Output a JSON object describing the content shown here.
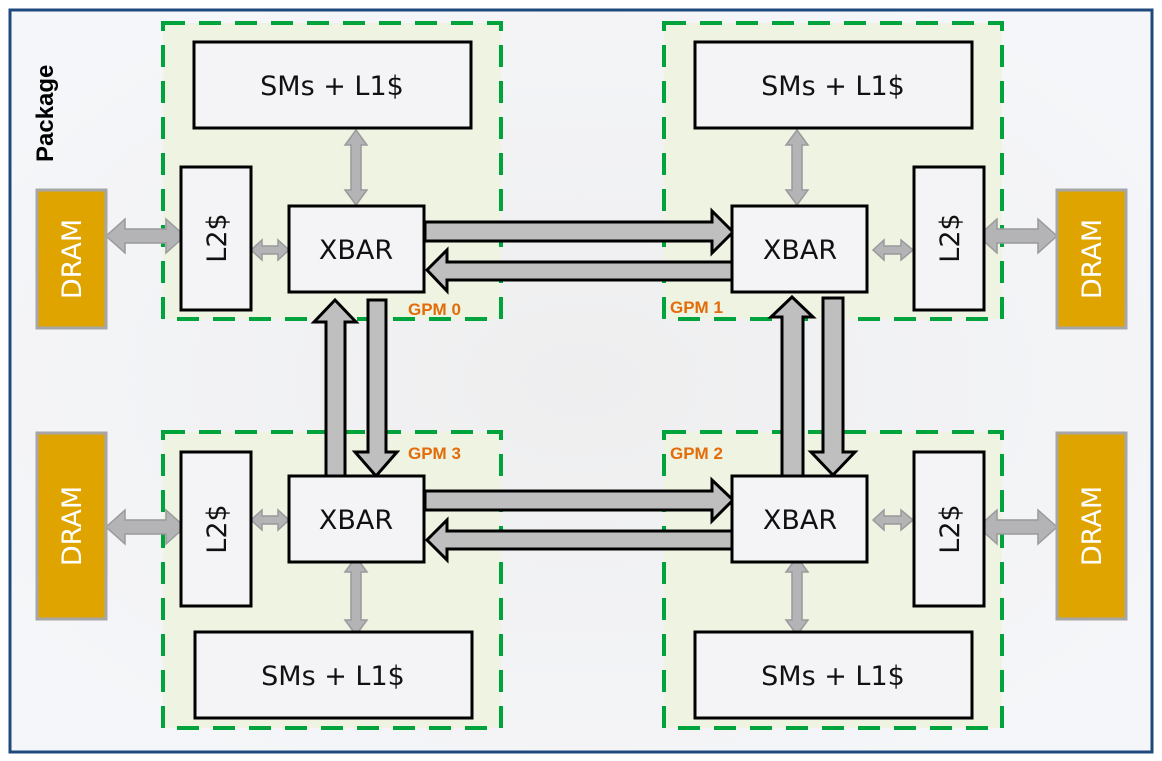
{
  "package_label": "Package",
  "colors": {
    "package_border": "#1f497d",
    "package_fill": "#f2f2f4",
    "gpm_border": "#00a33c",
    "gpm_fill": "#eef3e2",
    "dram_fill": "#e0a400",
    "dram_border": "#a6a6a6",
    "gpm_label": "#e36c0a",
    "arrow_fill": "#bfbfbf"
  },
  "gpms": [
    {
      "id": 0,
      "label": "GPM 0",
      "sm_label": "SMs + L1$",
      "xbar_label": "XBAR",
      "l2_label": "L2$",
      "dram_label": "DRAM"
    },
    {
      "id": 1,
      "label": "GPM 1",
      "sm_label": "SMs + L1$",
      "xbar_label": "XBAR",
      "l2_label": "L2$",
      "dram_label": "DRAM"
    },
    {
      "id": 2,
      "label": "GPM 2",
      "sm_label": "SMs + L1$",
      "xbar_label": "XBAR",
      "l2_label": "L2$",
      "dram_label": "DRAM"
    },
    {
      "id": 3,
      "label": "GPM 3",
      "sm_label": "SMs + L1$",
      "xbar_label": "XBAR",
      "l2_label": "L2$",
      "dram_label": "DRAM"
    }
  ],
  "links": [
    {
      "from": "GPM 0",
      "to": "GPM 1"
    },
    {
      "from": "GPM 1",
      "to": "GPM 0"
    },
    {
      "from": "GPM 3",
      "to": "GPM 2"
    },
    {
      "from": "GPM 2",
      "to": "GPM 3"
    },
    {
      "from": "GPM 3",
      "to": "GPM 0"
    },
    {
      "from": "GPM 0",
      "to": "GPM 3"
    },
    {
      "from": "GPM 2",
      "to": "GPM 1"
    },
    {
      "from": "GPM 1",
      "to": "GPM 2"
    }
  ]
}
